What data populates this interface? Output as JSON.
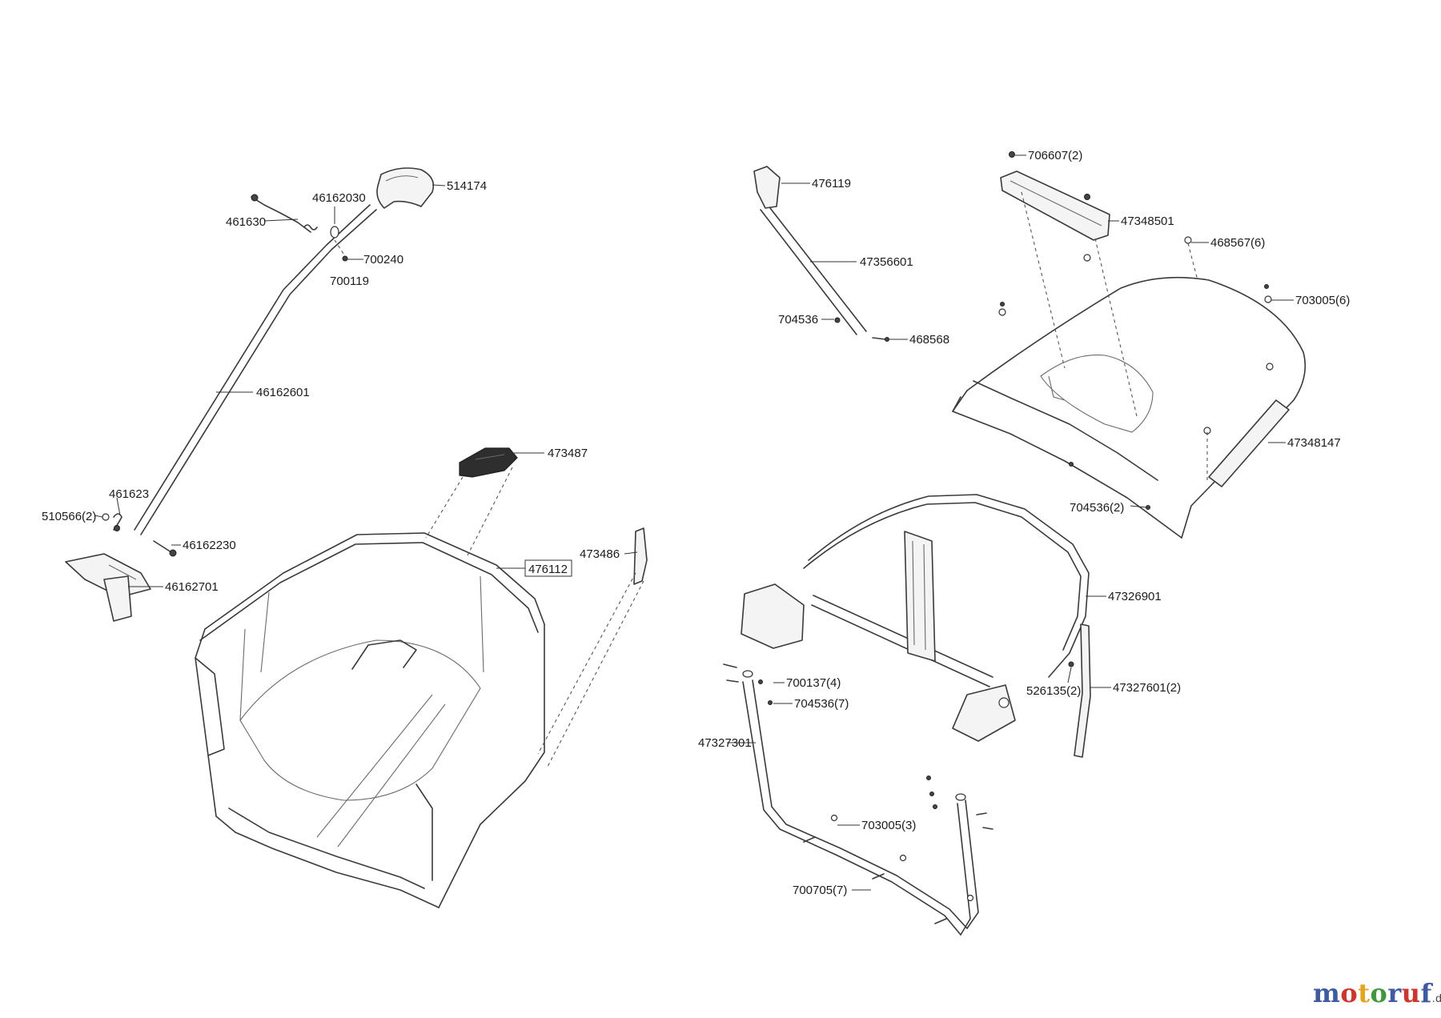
{
  "brand": {
    "logo_letters": [
      "m",
      "o",
      "t",
      "o",
      "r",
      "u",
      "f"
    ],
    "logo_tld": ".de"
  },
  "labels": {
    "p514174": "514174",
    "p46162030": "46162030",
    "p461630": "461630",
    "p700240": "700240",
    "p700119": "700119",
    "p46162601": "46162601",
    "p461623": "461623",
    "p510566": "510566(2)",
    "p46162230": "46162230",
    "p46162701": "46162701",
    "p473487": "473487",
    "p476112": "476112",
    "p473486": "473486",
    "p476119": "476119",
    "p47356601": "47356601",
    "p704536": "704536",
    "p468568": "468568",
    "p706607": "706607(2)",
    "p47348501": "47348501",
    "p468567": "468567(6)",
    "p703005_6": "703005(6)",
    "p47348147": "47348147",
    "p704536_2": "704536(2)",
    "p47326901": "47326901",
    "p526135": "526135(2)",
    "p47327601": "47327601(2)",
    "p700137": "700137(4)",
    "p704536_7": "704536(7)",
    "p47327301": "47327301",
    "p703005_3": "703005(3)",
    "p700705": "700705(7)"
  }
}
